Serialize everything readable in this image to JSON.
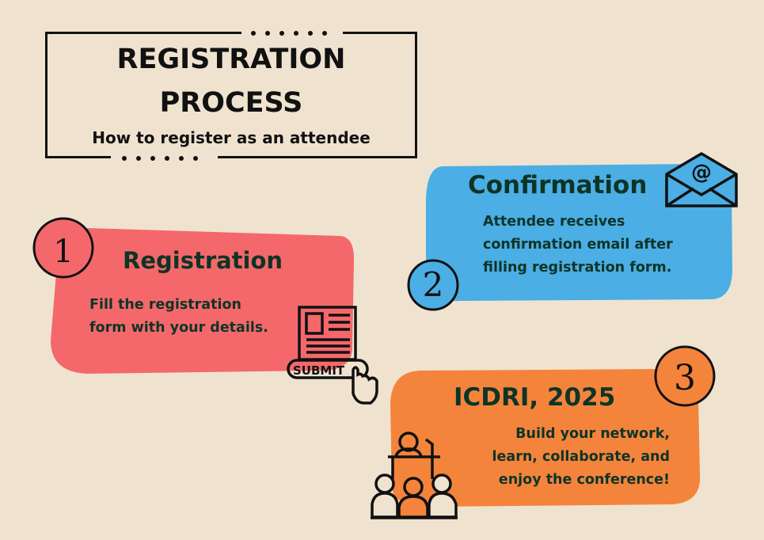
{
  "header": {
    "title_line1": "REGISTRATION",
    "title_line2": "PROCESS",
    "subtitle": "How to register as an attendee"
  },
  "steps": [
    {
      "number": "1",
      "title": "Registration",
      "body": [
        "Fill the registration",
        "form with your details."
      ],
      "color": "#f4686b",
      "icon": "submit-form-icon",
      "icon_text": "SUBMIT"
    },
    {
      "number": "2",
      "title": "Confirmation",
      "body": [
        "Attendee receives",
        "confirmation email after",
        "filling registration form."
      ],
      "color": "#4baee5",
      "icon": "email-envelope-icon"
    },
    {
      "number": "3",
      "title": "ICDRI, 2025",
      "body": [
        "Build your network,",
        "learn, collaborate, and",
        "enjoy the conference!"
      ],
      "color": "#f4843c",
      "icon": "conference-audience-icon"
    }
  ],
  "colors": {
    "background": "#efe3d0",
    "text": "#0e3426"
  }
}
